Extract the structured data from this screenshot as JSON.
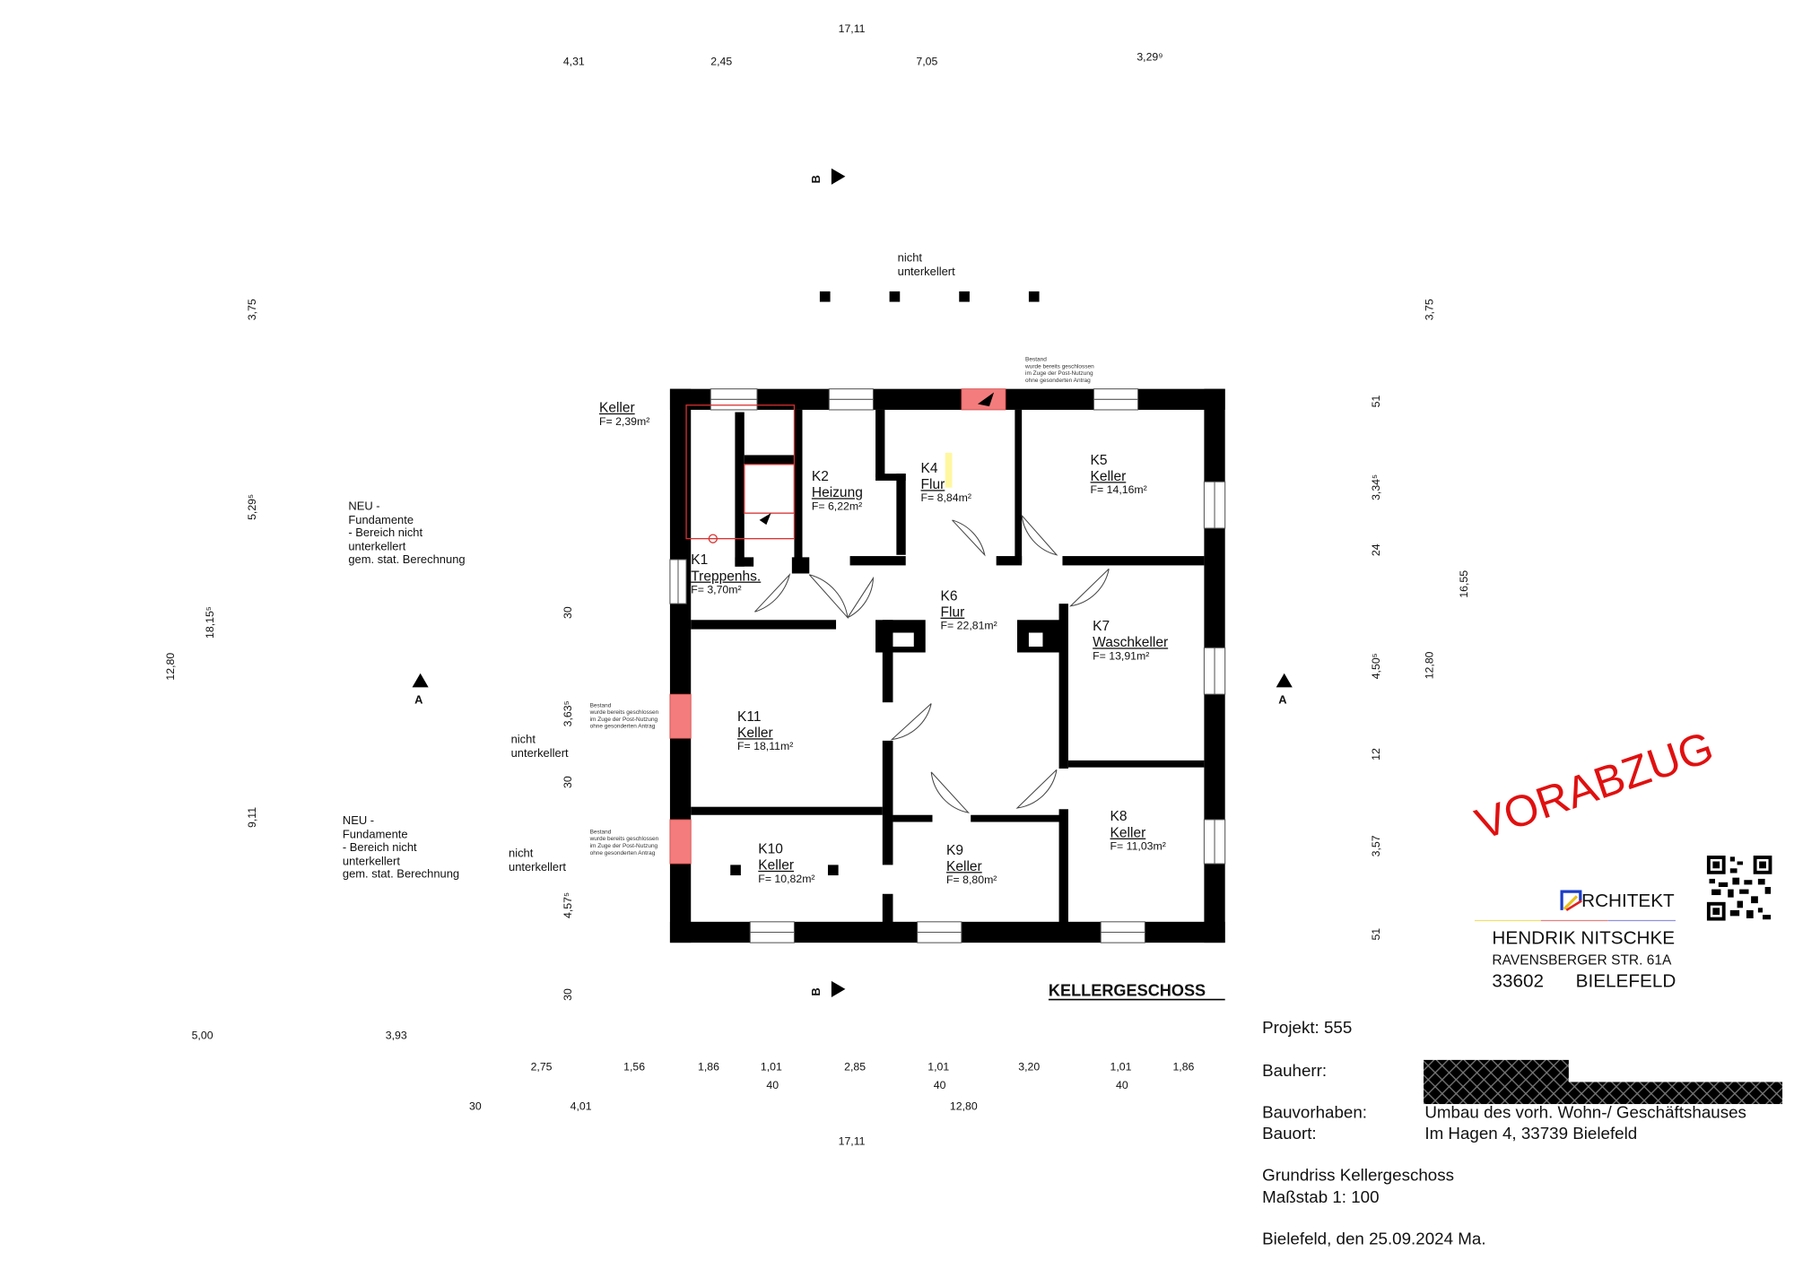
{
  "plan_title": "KELLERGESCHOSS",
  "stamp": "VORABZUG",
  "rooms": [
    {
      "id": "K1",
      "name": "Treppenhs.",
      "area": "F= 3,70m²"
    },
    {
      "id": "K2",
      "name": "Heizung",
      "area": "F= 6,22m²"
    },
    {
      "id": "K4",
      "name": "Flur",
      "area": "F= 8,84m²"
    },
    {
      "id": "K5",
      "name": "Keller",
      "area": "F= 14,16m²"
    },
    {
      "id": "K6",
      "name": "Flur",
      "area": "F= 22,81m²"
    },
    {
      "id": "K7",
      "name": "Waschkeller",
      "area": "F= 13,91m²"
    },
    {
      "id": "K8",
      "name": "Keller",
      "area": "F= 11,03m²"
    },
    {
      "id": "K9",
      "name": "Keller",
      "area": "F= 8,80m²"
    },
    {
      "id": "K10",
      "name": "Keller",
      "area": "F= 10,82m²"
    },
    {
      "id": "K11",
      "name": "Keller",
      "area": "F= 18,11m²"
    }
  ],
  "extra_room": {
    "name": "Keller",
    "area": "F= 2,39m²"
  },
  "notes": {
    "nicht_unterkellert": [
      "nicht",
      "unterkellert"
    ],
    "neu": [
      "NEU -",
      "Fundamente",
      "- Bereich nicht",
      "unterkellert",
      "gem. stat. Berechnung"
    ],
    "bestand": [
      "Bestand",
      "wurde bereits geschlossen",
      "im Zuge der Post-Nutzung",
      "ohne gesonderten Antrag"
    ]
  },
  "section_marks": {
    "a": "A",
    "b": "B"
  },
  "dims_top": [
    "17,11",
    "4,31",
    "2,45",
    "7,05",
    "3,29⁹"
  ],
  "dims_bottom_row1": [
    "5,00",
    "3,93",
    "2,75",
    "1,56",
    "1,86",
    "1,01",
    "2,85",
    "1,01",
    "3,20",
    "1,01",
    "1,86"
  ],
  "dims_bottom_row2": [
    "40",
    "40",
    "40"
  ],
  "dims_bottom_row3": [
    "30",
    "4,01",
    "12,80"
  ],
  "dims_bottom_total": "17,11",
  "dims_left": [
    "3,75",
    "5,29⁵",
    "18,15⁵",
    "12,80",
    "9,11"
  ],
  "dims_left_inner": [
    "30",
    "3,63⁵",
    "30",
    "4,57⁵",
    "30"
  ],
  "dims_right_inner": [
    "51",
    "3,34⁵",
    "24",
    "4,50⁵",
    "12",
    "3,57",
    "51"
  ],
  "dims_right": [
    "3,75",
    "16,55",
    "12,80"
  ],
  "architect": {
    "logo_text": "RCHITEKT",
    "name": "HENDRIK NITSCHKE",
    "street": "RAVENSBERGER STR. 61A",
    "zip": "33602",
    "city": "BIELEFELD"
  },
  "title_block": {
    "projekt": "Projekt: 555",
    "bauherr_label": "Bauherr:",
    "bauvorhaben_label": "Bauvorhaben:",
    "bauvorhaben": "Umbau des vorh. Wohn-/ Geschäftshauses",
    "bauort_label": "Bauort:",
    "bauort": "Im Hagen 4, 33739 Bielefeld",
    "drawing": "Grundriss Kellergeschoss",
    "scale": "Maßstab 1: 100",
    "date": "Bielefeld, den 25.09.2024 Ma."
  },
  "colors": {
    "wall": "#000000",
    "closed_opening": "#f47c7c",
    "stamp": "#e01010",
    "stair_outline": "#d83030"
  }
}
